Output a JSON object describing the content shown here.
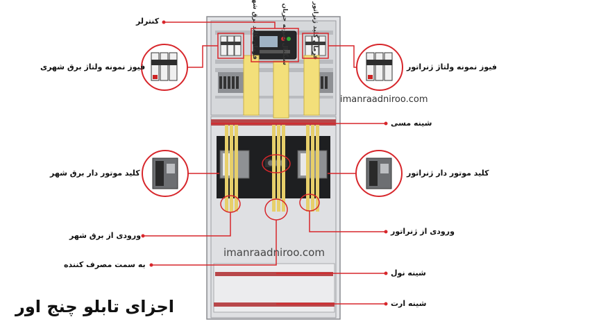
{
  "title": "اجزای تابلو چنج اور",
  "watermarks": [
    "imanraadniroo.com",
    "imanraadniroo.com"
  ],
  "labels": {
    "controller": "کنترلر",
    "fuse_city": "فیوز نمونه ولتاژ برق شهری",
    "fuse_generator": "فیوز نمونه ولتاژ ژنراتور",
    "copper_busbar": "شینه مسی",
    "mccb_city": "کلید موتور دار برق شهر",
    "mccb_generator": "کلید موتور دار ژنراتور",
    "input_city": "ورودی از برق شهر",
    "input_generator": "ورودی از ژنراتور",
    "to_consumer": "به سمت مصرف کننده",
    "neutral_bar": "شینه نول",
    "earth_bar": "شینه ارت"
  },
  "strip_labels": [
    "فرمان کلید برق شهر",
    "سیگنال نمونه جریان",
    "فرمان کلید ژنراتور"
  ],
  "colors": {
    "accent": "#d7262b",
    "panel": "#e6e7e9",
    "strip": "#f3df7a",
    "busbar": "#b8474a"
  }
}
